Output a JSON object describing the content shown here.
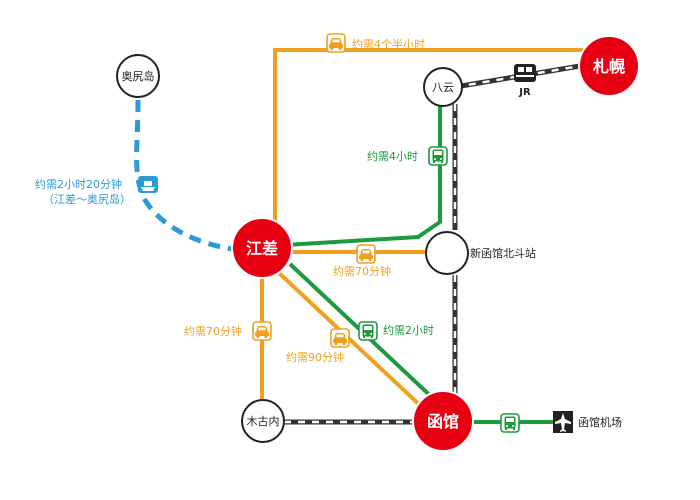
{
  "colors": {
    "car_route": "#f0a01e",
    "bus_route": "#1d9a3e",
    "ferry_route": "#2b9ad6",
    "rail_dark": "#333333",
    "major_city": "#e60012",
    "minor_station": "#ffffff"
  },
  "stations": {
    "sapporo": "札幌",
    "esashi": "江差",
    "hakodate": "函馆",
    "yakumo": "八云",
    "okushiri": "奥尻岛",
    "kikonai": "木古内",
    "shin_hakodate": "新函馆北斗站",
    "airport": "函馆机场"
  },
  "labels": {
    "car_to_sapporo": "约需4个半小时",
    "jr_badge": "JR",
    "bus_to_yakumo": "约需4小时",
    "ferry_time": "约需2小时20分钟",
    "ferry_route": "（江差～奥尻岛）",
    "car_to_shin_hakodate": "约需70分钟",
    "car_to_kikonai": "约需70分钟",
    "car_to_hakodate": "约需90分钟",
    "bus_to_hakodate": "约需2小时"
  },
  "icons": {
    "car": "car-icon",
    "bus": "bus-icon",
    "ferry": "ferry-icon",
    "train": "train-icon",
    "airplane": "airplane-icon"
  }
}
